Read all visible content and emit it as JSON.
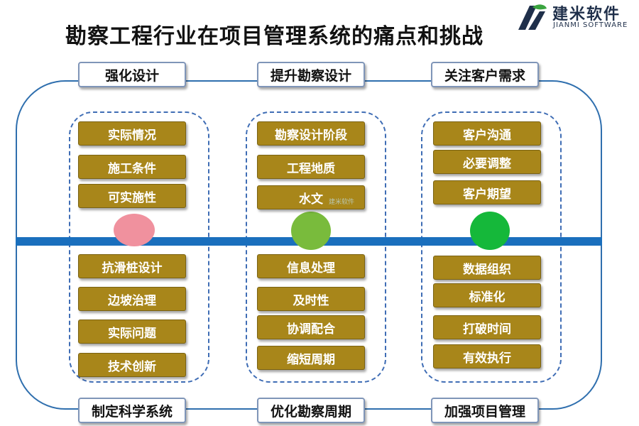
{
  "title": "勘察工程行业在项目管理系统的痛点和挑战",
  "brand": {
    "name": "建米软件",
    "sub": "JIANMI SOFTWARE",
    "color": "#1f2f4a",
    "logo_icon": "leaf-logo-icon"
  },
  "watermark": "建米软件",
  "colors": {
    "frame": "#2f6fae",
    "axis": "#1a6fbd",
    "item": "#a8861a",
    "group_border": "#3f6db5"
  },
  "top_labels": [
    "强化设计",
    "提升勘察设计",
    "关注客户需求"
  ],
  "bottom_labels": [
    "制定科学系统",
    "优化勘察周期",
    "加强项目管理"
  ],
  "columns": [
    {
      "dot_color": "#f0919e",
      "upper": [
        "实际情况",
        "施工条件",
        "可实施性"
      ],
      "lower": [
        "抗滑桩设计",
        "边坡治理",
        "实际问题",
        "技术创新"
      ]
    },
    {
      "dot_color": "#79bb3c",
      "upper": [
        "勘察设计阶段",
        "工程地质",
        "水文"
      ],
      "lower": [
        "信息处理",
        "及时性",
        "协调配合",
        "缩短周期"
      ]
    },
    {
      "dot_color": "#15b83a",
      "upper": [
        "客户沟通",
        "必要调整",
        "客户期望"
      ],
      "lower": [
        "数据组织",
        "标准化",
        "打破时间",
        "有效执行"
      ]
    }
  ]
}
